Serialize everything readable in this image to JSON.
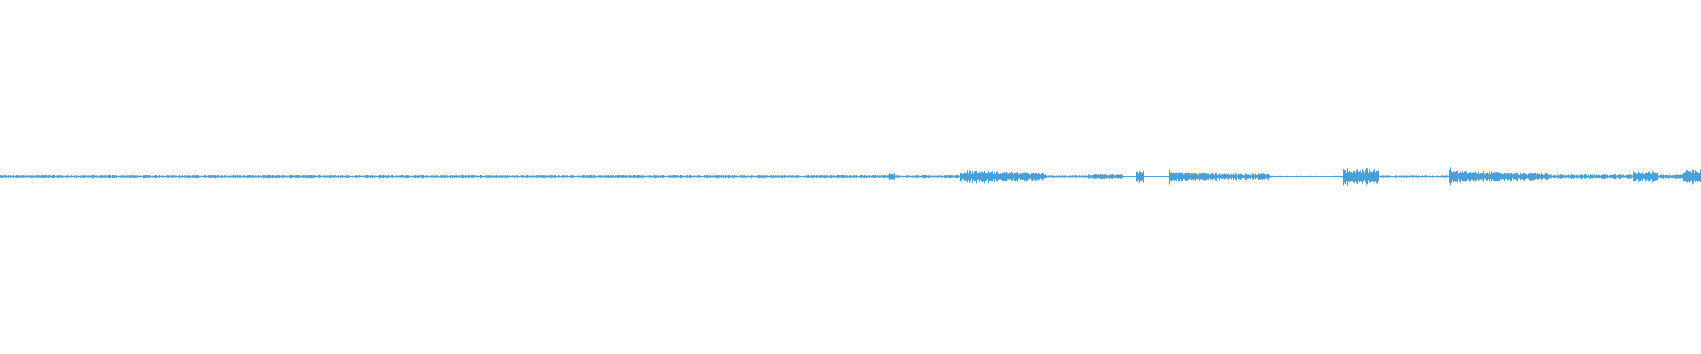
{
  "waveform": {
    "color": "#4a9fd8",
    "background": "#ffffff",
    "segments": [
      {
        "start": 0.0,
        "end": 0.565,
        "amplitude": 0.004
      },
      {
        "start": 0.565,
        "end": 0.568,
        "amplitude": 0.015
      },
      {
        "start": 0.523,
        "end": 0.526,
        "amplitude": 0.01
      },
      {
        "start": 0.568,
        "end": 0.64,
        "amplitude": 0.003
      },
      {
        "start": 0.64,
        "end": 0.66,
        "amplitude": 0.006
      },
      {
        "start": 0.668,
        "end": 0.672,
        "amplitude": 0.018
      },
      {
        "start": 0.69,
        "end": 0.72,
        "amplitude": 0.004
      },
      {
        "start": 0.73,
        "end": 0.746,
        "amplitude": 0.008
      },
      {
        "start": 0.746,
        "end": 0.79,
        "amplitude": 0.002
      },
      {
        "start": 0.79,
        "end": 0.81,
        "amplitude": 0.024
      },
      {
        "start": 0.81,
        "end": 0.87,
        "amplitude": 0.003
      },
      {
        "start": 0.87,
        "end": 0.88,
        "amplitude": 0.016
      },
      {
        "start": 0.88,
        "end": 0.96,
        "amplitude": 0.006
      },
      {
        "start": 0.96,
        "end": 0.975,
        "amplitude": 0.016
      },
      {
        "start": 0.975,
        "end": 0.99,
        "amplitude": 0.006
      },
      {
        "start": 0.99,
        "end": 1.0,
        "amplitude": 0.02
      }
    ],
    "bursts": [
      {
        "start": 0.568,
        "end": 0.615,
        "amplitude": 0.02,
        "peak": 0.028
      },
      {
        "start": 0.688,
        "end": 0.735,
        "amplitude": 0.014,
        "peak": 0.02
      },
      {
        "start": 0.852,
        "end": 0.91,
        "amplitude": 0.018,
        "peak": 0.045
      }
    ]
  }
}
